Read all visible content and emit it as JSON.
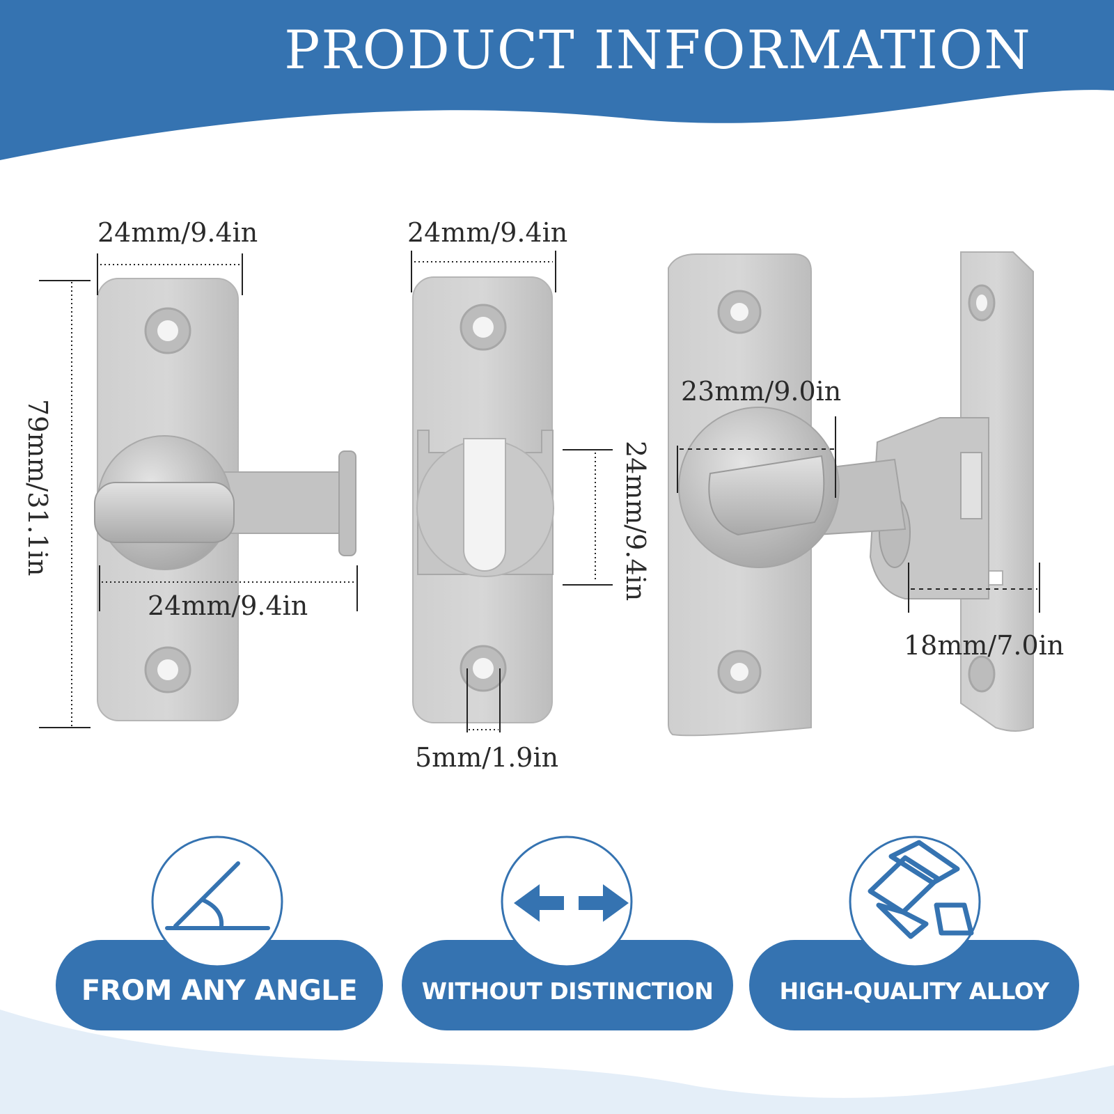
{
  "header": {
    "title": "PRODUCT INFORMATION",
    "color": "#3573b1"
  },
  "dimensions": {
    "left_top_width": "24mm/9.4in",
    "left_height": "79mm/31.1in",
    "left_arm_width": "24mm/9.4in",
    "middle_top_width": "24mm/9.4in",
    "middle_block_height": "24mm/9.4in",
    "middle_slot_width": "5mm/1.9in",
    "right_knob_width": "23mm/9.0in",
    "right_plate_width": "18mm/7.0in"
  },
  "features": [
    {
      "icon": "angle-icon",
      "label": "FROM ANY ANGLE"
    },
    {
      "icon": "double-arrow-icon",
      "label": "WITHOUT DISTINCTION"
    },
    {
      "icon": "alloy-bars-icon",
      "label": "HIGH-QUALITY ALLOY"
    }
  ],
  "colors": {
    "accent": "#3573b1",
    "metal": "#c9c9c9"
  }
}
